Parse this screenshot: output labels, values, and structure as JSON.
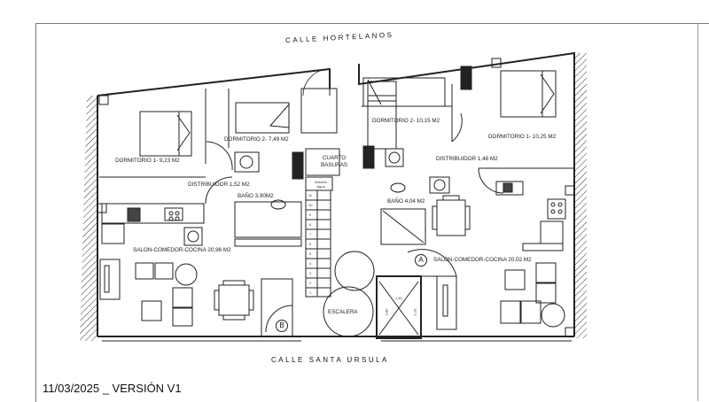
{
  "plan": {
    "street_top": "CALLE HORTELANOS",
    "street_bottom": "CALLE SANTA URSULA",
    "version_note": "11/03/2025 _ VERSIÓN V1"
  },
  "unit_b": {
    "tag": "B",
    "rooms": [
      {
        "name": "DORMITORIO 1- 9,23 M2"
      },
      {
        "name": "DORMITORIO 2- 7,49 M2"
      },
      {
        "name": "DISTRIBUIDOR 1,52 M2"
      },
      {
        "name": "BAÑO 3,90M2"
      },
      {
        "name": "SALON-COMEDOR-COCINA 20,96 M2"
      }
    ]
  },
  "unit_a": {
    "tag": "A",
    "rooms": [
      {
        "name": "DORMITORIO 2- 10,15 M2"
      },
      {
        "name": "DORMITORIO 1- 10,25 M2"
      },
      {
        "name": "DISTRIBUIDOR 1,48 M2"
      },
      {
        "name": "BAÑO 4,04 M2"
      },
      {
        "name": "SALON-COMEDOR-COCINA 20,02 M2"
      }
    ]
  },
  "common": {
    "trash_room": "CUARTO BASURAS",
    "water_cabinet": "Armario Agua",
    "stair": "ESCALERA",
    "lift_dims": {
      "width": "1.40",
      "depth_left": "0.80",
      "depth_right": "1.20"
    },
    "stair_steps": [
      "11",
      "10",
      "9",
      "8",
      "7",
      "6",
      "5",
      "4",
      "3",
      "2",
      "1"
    ]
  }
}
